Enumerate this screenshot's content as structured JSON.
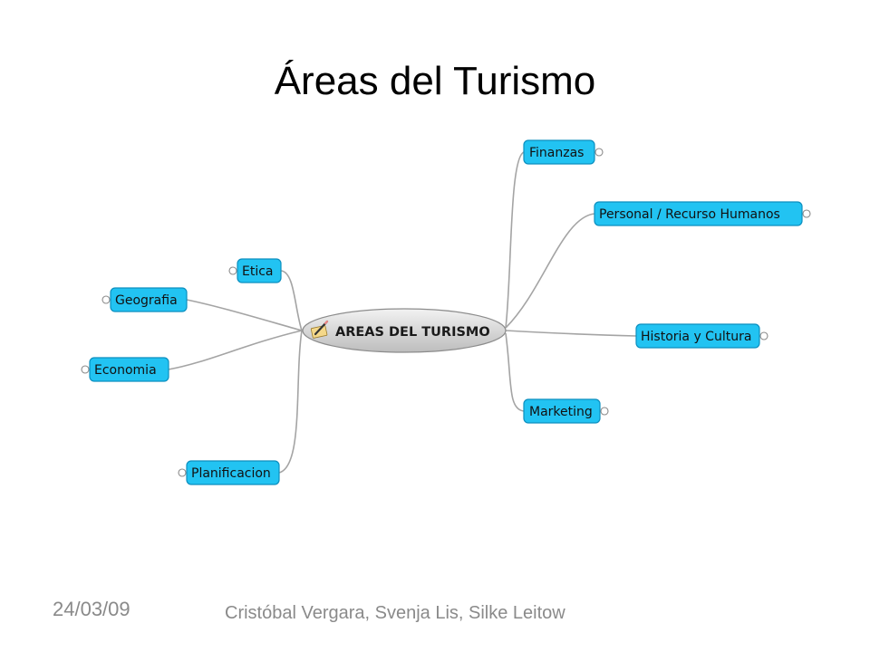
{
  "slide": {
    "title": "Áreas del Turismo",
    "footer_date": "24/03/09",
    "footer_authors": "Cristóbal Vergara, Svenja Lis, Silke Leitow"
  },
  "mindmap": {
    "center": "AREAS DEL TURISMO",
    "nodes": {
      "finanzas": "Finanzas",
      "personal": "Personal / Recurso Humanos",
      "historia": "Historia y Cultura",
      "marketing": "Marketing",
      "etica": "Etica",
      "geografia": "Geografia",
      "economia": "Economia",
      "planificacion": "Planificacion"
    },
    "colors": {
      "node_fill": "#22c3f2",
      "node_border": "#0c8fbf",
      "center_fill": "#d6d6d6",
      "connector": "#a4a4a4"
    },
    "icons": {
      "center": "pencil-note-icon"
    }
  }
}
